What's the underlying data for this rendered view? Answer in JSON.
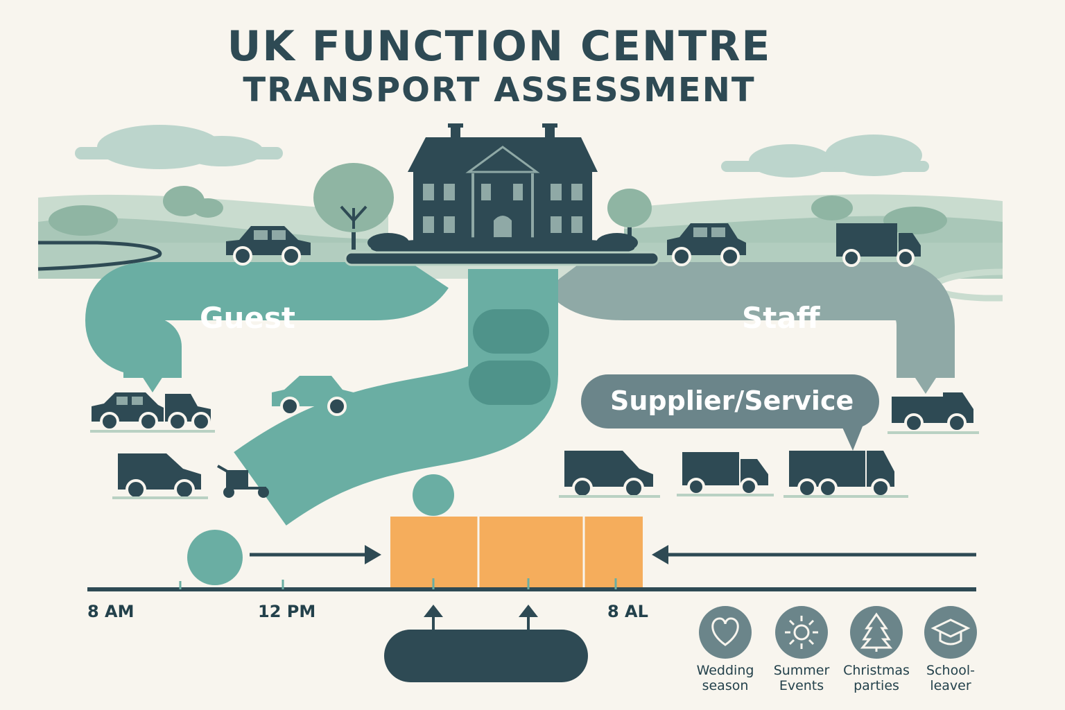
{
  "title": {
    "line1": "UK FUNCTION CENTRE",
    "line2": "TRANSPORT ASSESSMENT"
  },
  "flows": {
    "guest": "Guest",
    "staff": "Staff",
    "supplier": "Supplier/Service"
  },
  "timeline": {
    "labels": [
      "8 AM",
      "12 PM",
      "8 AL"
    ]
  },
  "seasons": [
    {
      "icon": "heart-icon",
      "line1": "Wedding",
      "line2": "season"
    },
    {
      "icon": "sun-icon",
      "line1": "Summer",
      "line2": "Events"
    },
    {
      "icon": "christmas-tree-icon",
      "line1": "Christmas",
      "line2": "parties"
    },
    {
      "icon": "graduation-cap-icon",
      "line1": "School-",
      "line2": "leaver"
    }
  ],
  "colors": {
    "dark": "#2e4a54",
    "teal": "#6aaea3",
    "grey_teal": "#8fa9a6",
    "slate": "#6b858a",
    "orange": "#f5ad5c",
    "background": "#f8f5ee"
  }
}
